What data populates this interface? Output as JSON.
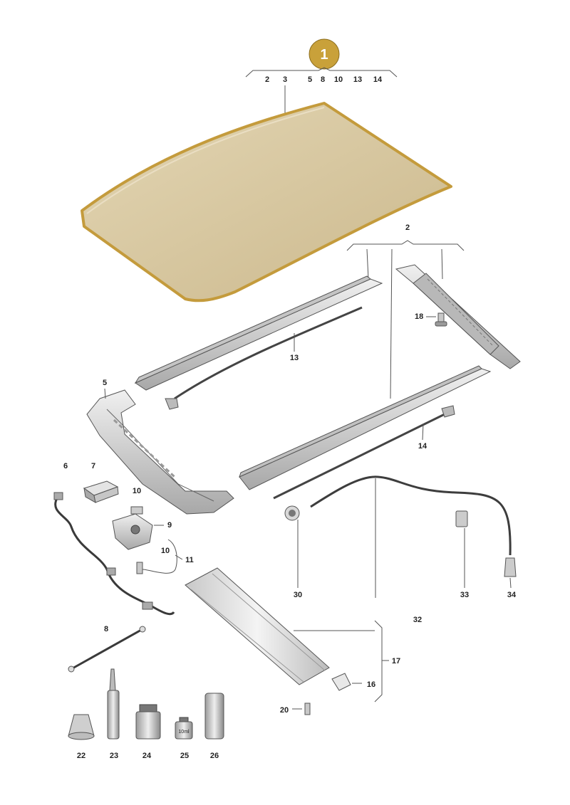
{
  "badge": {
    "label": "1",
    "color": "#c9a13a"
  },
  "colors": {
    "roof_fill": "#d6c6a0",
    "roof_edge": "#c49b3c",
    "part_fill": "#d9d9d9",
    "part_dark": "#8c8c8c",
    "line": "#555555"
  },
  "callouts": {
    "top_group": [
      "2",
      "3",
      "5",
      "8",
      "10",
      "13",
      "14"
    ],
    "rail_group": "2",
    "bolt_18": "18",
    "seal_13": "13",
    "frame_5": "5",
    "seal_14": "14",
    "part_6": "6",
    "part_7": "7",
    "part_10a": "10",
    "part_9": "9",
    "part_10b": "10",
    "part_11": "11",
    "part_8": "8",
    "part_30": "30",
    "part_33": "33",
    "part_34": "34",
    "part_32": "32",
    "part_17": "17",
    "part_16": "16",
    "part_20": "20",
    "part_22": "22",
    "part_23": "23",
    "part_24": "24",
    "part_25": "25",
    "part_26": "26"
  },
  "bottle_text": "10ml"
}
